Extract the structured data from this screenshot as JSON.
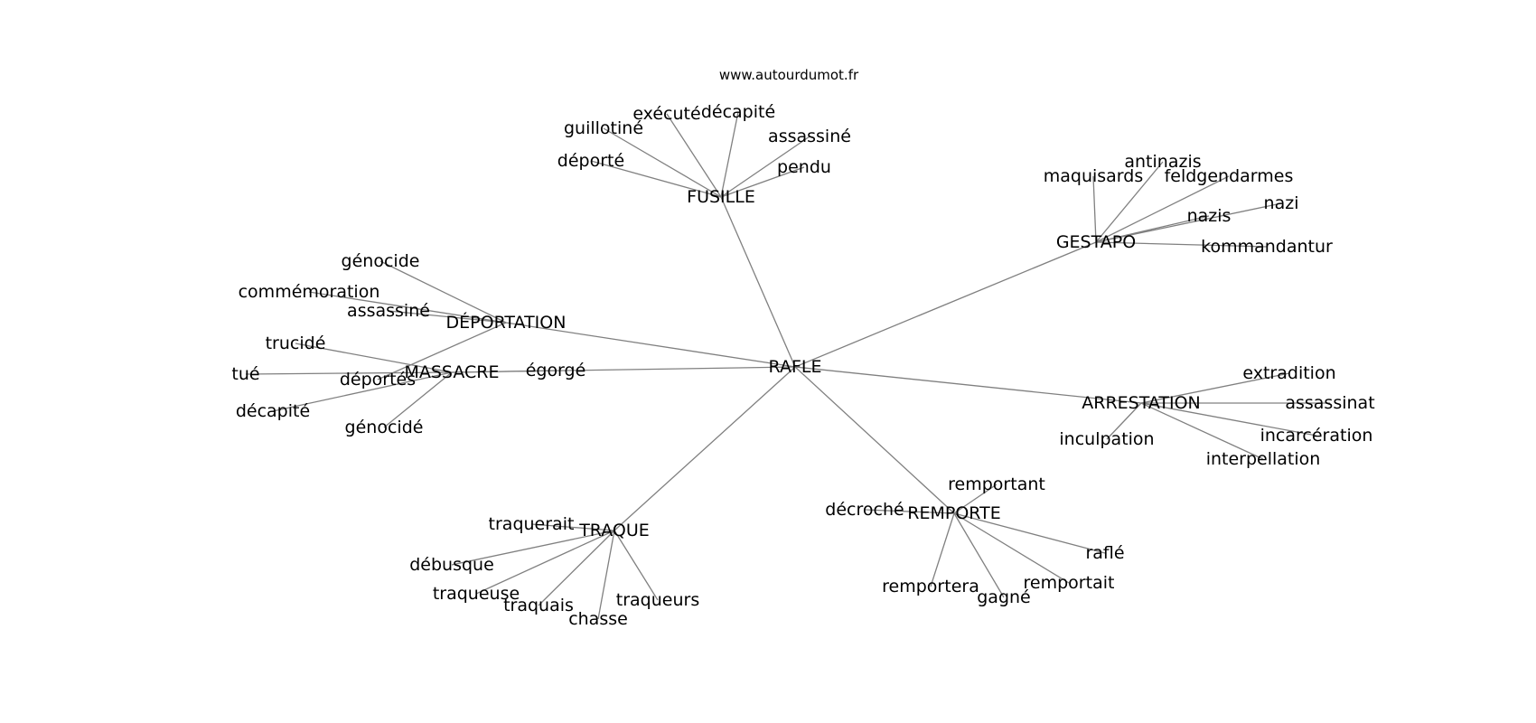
{
  "source_label": "www.autourdumot.fr",
  "center": "RAFLE",
  "clusters": [
    {
      "id": "fusille",
      "label": "FUSILLE",
      "leaves": [
        "déporté",
        "guillotiné",
        "exécuté",
        "décapité",
        "assassiné",
        "pendu"
      ]
    },
    {
      "id": "gestapo",
      "label": "GESTAPO",
      "leaves": [
        "maquisards",
        "antinazis",
        "feldgendarmes",
        "nazis",
        "nazi",
        "kommandantur"
      ]
    },
    {
      "id": "deportation",
      "label": "DÉPORTATION",
      "leaves": [
        "génocide",
        "commémoration",
        "assassiné",
        "déportés"
      ]
    },
    {
      "id": "massacre",
      "label": "MASSACRE",
      "leaves": [
        "trucidé",
        "tué",
        "décapité",
        "génocidé",
        "égorgé"
      ]
    },
    {
      "id": "arrestation",
      "label": "ARRESTATION",
      "leaves": [
        "extradition",
        "assassinat",
        "incarcération",
        "interpellation",
        "inculpation"
      ]
    },
    {
      "id": "traque",
      "label": "TRAQUE",
      "leaves": [
        "traquerait",
        "débusque",
        "traqueuse",
        "traquais",
        "chasse",
        "traqueurs"
      ]
    },
    {
      "id": "remporte",
      "label": "REMPORTE",
      "leaves": [
        "décroché",
        "remportant",
        "raflé",
        "remportait",
        "gagné",
        "remportera"
      ]
    }
  ]
}
